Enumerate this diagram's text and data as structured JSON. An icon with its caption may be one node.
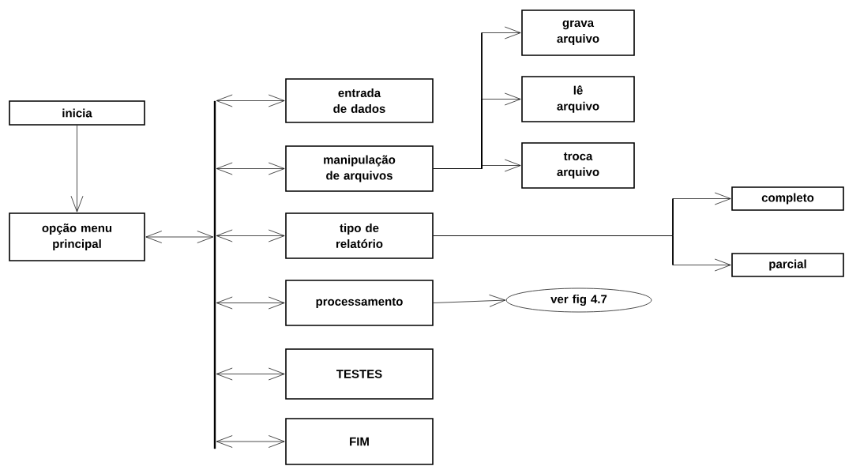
{
  "diagram": {
    "nodes": [
      {
        "text": [
          "inicia"
        ]
      },
      {
        "text": [
          "opção menu principal"
        ]
      },
      {
        "text": [
          "entrada de dados"
        ]
      },
      {
        "text": [
          "manipulação de arquivos"
        ]
      },
      {
        "text": [
          "tipo de relatório"
        ]
      },
      {
        "text": [
          "processamento"
        ]
      },
      {
        "text": [
          "TESTES"
        ]
      },
      {
        "text": [
          "FIM"
        ]
      },
      {
        "text": [
          "grava arquivo"
        ]
      },
      {
        "text": [
          "lê arquivo"
        ]
      },
      {
        "text": [
          "troca arquivo"
        ]
      },
      {
        "text": [
          "completo"
        ]
      },
      {
        "text": [
          "parcial"
        ]
      },
      {
        "text": [
          "ver fig 4.7"
        ]
      },
      {
        "text": [],
        "shape": "bar"
      }
    ],
    "edges": [
      {
        "from": 0,
        "to": 1,
        "arrow": "to"
      },
      {
        "from": 1,
        "to": 14,
        "arrow": "both"
      },
      {
        "from": 14,
        "to": 2,
        "arrow": "both"
      },
      {
        "from": 14,
        "to": 3,
        "arrow": "both"
      },
      {
        "from": 14,
        "to": 4,
        "arrow": "both"
      },
      {
        "from": 14,
        "to": 5,
        "arrow": "both"
      },
      {
        "from": 14,
        "to": 6,
        "arrow": "both"
      },
      {
        "from": 14,
        "to": 7,
        "arrow": "both"
      },
      {
        "from": 3,
        "to": 8,
        "arrow": "to"
      },
      {
        "from": 3,
        "to": 9,
        "arrow": "to"
      },
      {
        "from": 3,
        "to": 10,
        "arrow": "to"
      },
      {
        "from": 4,
        "to": 11,
        "arrow": "to"
      },
      {
        "from": 4,
        "to": 12,
        "arrow": "to"
      },
      {
        "from": 5,
        "to": 13,
        "arrow": "to"
      }
    ]
  }
}
